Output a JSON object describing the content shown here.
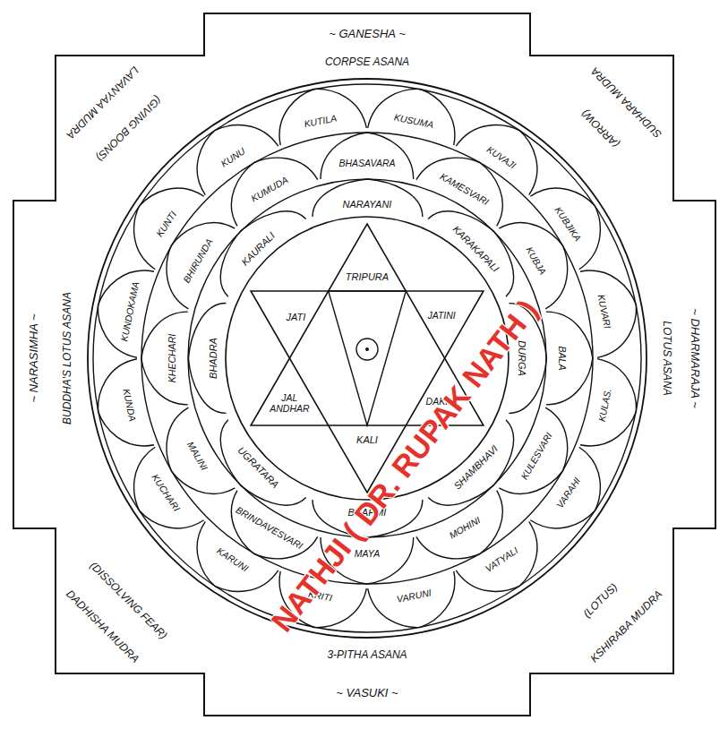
{
  "diagram": {
    "nodes": [
      {
        "text": [
          "KUTILA"
        ]
      },
      {
        "text": [
          "KUSUMA"
        ]
      },
      {
        "text": [
          "KUVAJI"
        ]
      },
      {
        "text": [
          "KUBJIKA"
        ]
      },
      {
        "text": [
          "KUVARI"
        ]
      },
      {
        "text": [
          "KULAS."
        ]
      },
      {
        "text": [
          "VARAHI"
        ]
      },
      {
        "text": [
          "VATYALI"
        ]
      },
      {
        "text": [
          "VARUNI"
        ]
      },
      {
        "text": [
          "KRITI"
        ]
      },
      {
        "text": [
          "KARUNI"
        ]
      },
      {
        "text": [
          "KUCHARI"
        ]
      },
      {
        "text": [
          "KUNDA"
        ]
      },
      {
        "text": [
          "KUNDOKAMA"
        ]
      },
      {
        "text": [
          "KUNTI"
        ]
      },
      {
        "text": [
          "KUNU"
        ]
      },
      {
        "text": [
          "BHASAVARA"
        ]
      },
      {
        "text": [
          "KAMESVARI"
        ]
      },
      {
        "text": [
          "KUBJA"
        ]
      },
      {
        "text": [
          "BALA"
        ]
      },
      {
        "text": [
          "KULESVARI"
        ]
      },
      {
        "text": [
          "MOHINI"
        ]
      },
      {
        "text": [
          "MAYA"
        ]
      },
      {
        "text": [
          "BRINDAVESVARI"
        ]
      },
      {
        "text": [
          "MALINI"
        ]
      },
      {
        "text": [
          "KHECHARI"
        ]
      },
      {
        "text": [
          "BHIRUNDA"
        ]
      },
      {
        "text": [
          "KUMUDA"
        ]
      },
      {
        "text": [
          "NARAYANI"
        ]
      },
      {
        "text": [
          "KARAKAPALI"
        ]
      },
      {
        "text": [
          "DURGA"
        ]
      },
      {
        "text": [
          "SHAMBHAVI"
        ]
      },
      {
        "text": [
          "BRAHMI"
        ]
      },
      {
        "text": [
          "UGRATARA"
        ]
      },
      {
        "text": [
          "BHADRA"
        ]
      },
      {
        "text": [
          "KAURALI"
        ]
      }
    ],
    "labels": [
      "~ GANESHA ~",
      "CORPSE ASANA",
      "LAVANYAA MUDRA",
      "(GIVING BOONS)",
      "SUDHARA MUDRA",
      "(ARROW)",
      "~ NARASIMHA ~",
      "BUDDHA'S LOTUS ASANA",
      "LOTUS ASANA",
      "~ DHARMARAJA ~",
      "TRIPURA",
      "JATI",
      "JATINI",
      "JAL ANDHAR",
      "DAKINI",
      "KALI",
      "(DISSOLVING FEAR)",
      "DADHISHA MUDRA",
      "(LOTUS)",
      "KSHIRABA MUDRA",
      "3-PITHA ASANA",
      "~ VASUKI ~",
      "NATHJI ( DR. RUPAK NATH )"
    ]
  }
}
